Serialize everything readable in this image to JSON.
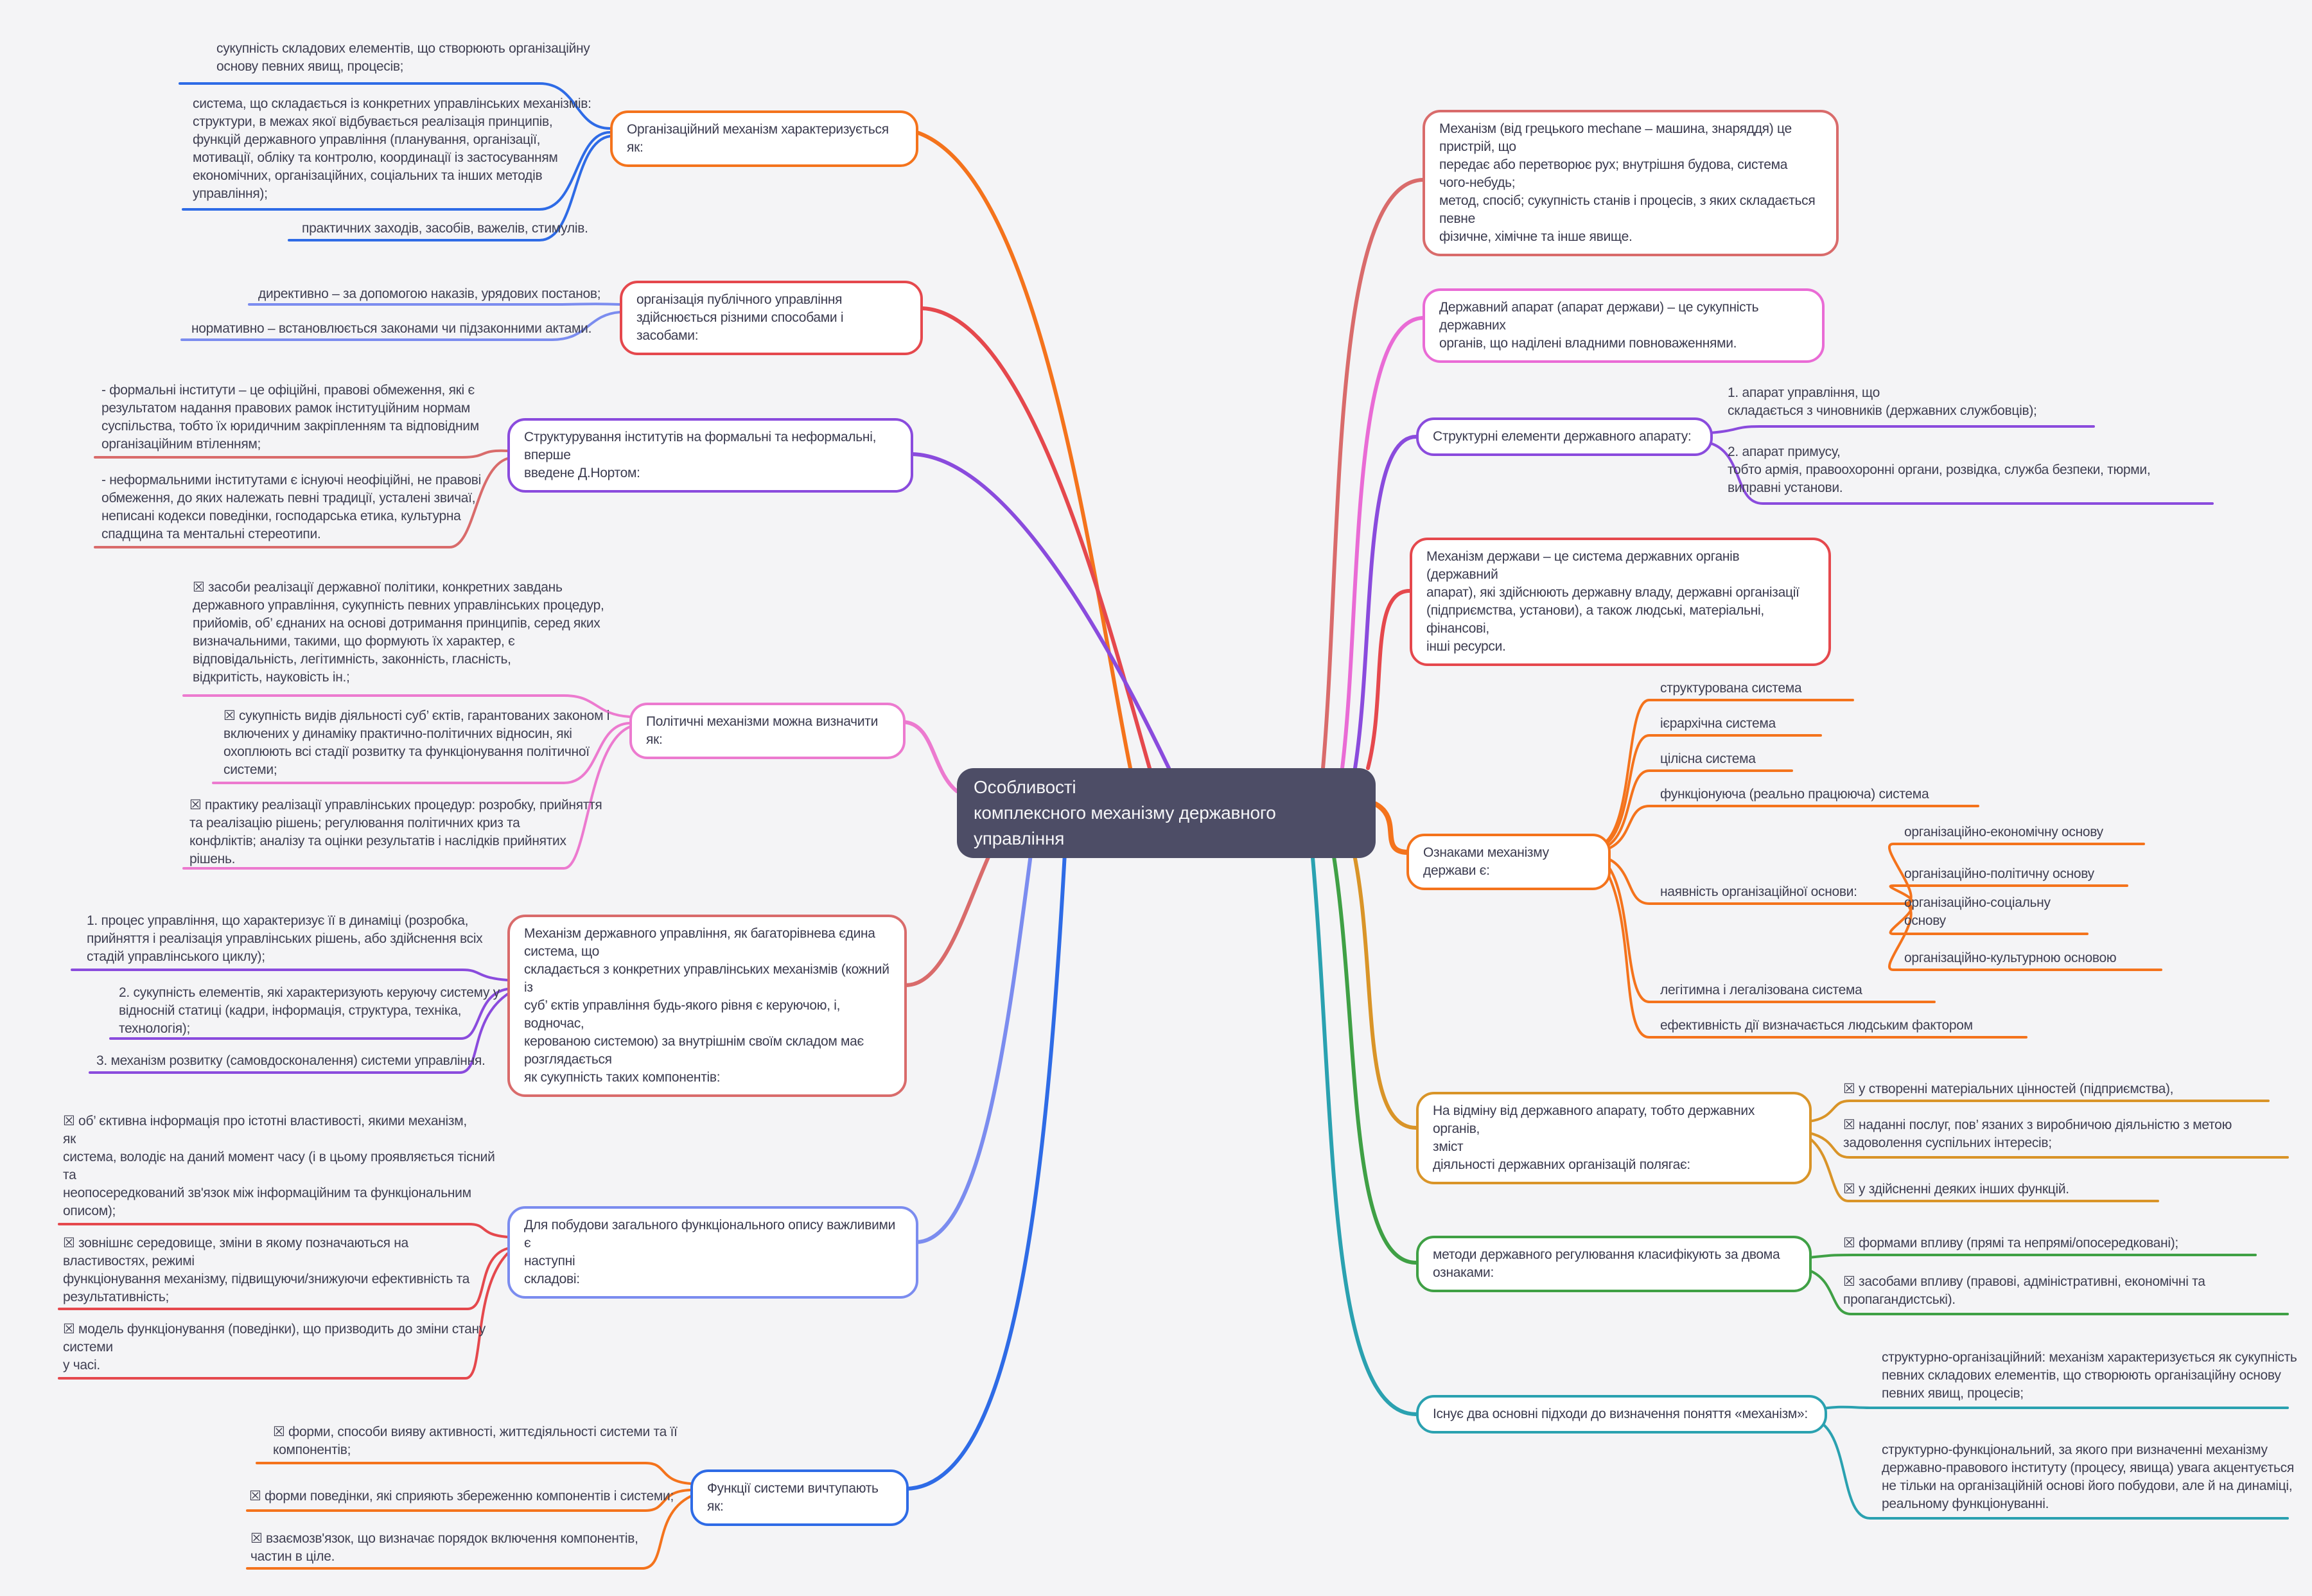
{
  "root": {
    "title": "Особливості\nкомплексного механізму державного управління"
  },
  "colors": {
    "background": "#f4f4f6",
    "root_fill": "#4d4d66",
    "orange": "#f4731c",
    "red": "#e5484d",
    "purple": "#8a4bdd",
    "periwinkle": "#7b8cef",
    "blue": "#2e6be6",
    "salmon": "#d96b6b",
    "pink": "#ec7acf",
    "orchid": "#e96bd5",
    "amber": "#d99428",
    "green": "#3fa045",
    "teal": "#2aa1b0"
  },
  "branches": {
    "b1": {
      "label": "Організаційний механізм характеризується як:",
      "children": [
        "сукупність складових елементів, що створюють організаційну\nоснову певних явищ, процесів;",
        "система, що складається із конкретних управлінських механізмів:\nструктури, в межах якої відбувається реалізація принципів,\nфункцій державного управління (планування, організації,\nмотивації, обліку та контролю, координації із застосуванням\nекономічних, організаційних, соціальних та інших методів\nуправління);",
        "практичних заходів, засобів, важелів, стимулів."
      ]
    },
    "b2": {
      "label": "організація публічного управління\nздійснюється різними способами і засобами:",
      "children": [
        "директивно – за допомогою наказів, урядових постанов;",
        "нормативно – встановлюється законами чи підзаконними актами."
      ]
    },
    "b3": {
      "label": "Структурування інститутів на формальні та неформальні,\nвперше\nвведене Д.Нортом:",
      "children": [
        "- формальні інститути – це офіційні, правові обмеження, які є\nрезультатом надання правових рамок інституційним нормам\nсуспільства, тобто їх юридичним закріпленням та відповідним\nорганізаційним втіленням;",
        "- неформальними інститутами є існуючі неофіційні, не правові\nобмеження, до яких належать певні традиції, усталені звичаї,\nнеписані кодекси поведінки, господарська етика, культурна\nспадщина та ментальні стереотипи."
      ]
    },
    "b4": {
      "label": "Політичні механізми можна визначити як:",
      "children": [
        "☒ засоби реалізації державної політики, конкретних завдань\nдержавного управління, сукупність певних управлінських процедур,\nприйомів, об’ єднаних на основі дотримання принципів, серед яких\nвизначальними, такими, що формують їх характер, є\nвідповідальність, легітимність, законність, гласність,\nвідкритість, науковість ін.;",
        "☒ сукупність видів діяльності суб’ єктів, гарантованих законом і\nвключених у динаміку практично-політичних відносин, які\nохоплюють всі стадії розвитку та функціонування політичної\nсистеми;",
        "☒ практику реалізації управлінських процедур: розробку, прийняття\nта реалізацію рішень; регулювання політичних криз та\nконфліктів; аналізу та оцінки результатів і наслідків прийнятих\nрішень."
      ]
    },
    "b5": {
      "label": "Механізм державного управління, як багаторівнева єдина\nсистема, що\nскладається з конкретних управлінських механізмів (кожний із\nсуб’ єктів управління будь-якого рівня є керуючою, і, водночас,\nкерованою системою) за внутрішнім своїм складом має\nрозглядається\nяк сукупність таких компонентів:",
      "children": [
        "1. процес управління, що характеризує її в динаміці (розробка,\nприйняття і реалізація управлінських рішень, або здійснення всіх\nстадій управлінського циклу);",
        "2. сукупність елементів, які характеризують керуючу систему у\nвідносній статиці (кадри, інформація, структура, техніка,\nтехнологія);",
        "3. механізм розвитку (самовдосконалення) системи управління."
      ]
    },
    "b6": {
      "label": "Для побудови загального функціонального опису важливими є\nнаступні\nскладові:",
      "children": [
        "☒ об’ єктивна інформація про істотні властивості, якими механізм,\nяк\nсистема, володіє на даний момент часу (і в цьому проявляється тісний\nта\nнеопосередкований зв'язок між інформаційним та функціональним\nописом);",
        "☒ зовнішнє середовище, зміни в якому позначаються на\nвластивостях, режимі\nфункціонування механізму, підвищуючи/знижуючи ефективність та\nрезультативність;",
        "☒ модель функціонування (поведінки), що призводить до зміни стану\nсистеми\nу часі."
      ]
    },
    "b7": {
      "label": "Функції системи вичтупають як:",
      "children": [
        "☒ форми, способи вияву активності, життєдіяльності системи та її\nкомпонентів;",
        "☒ форми поведінки, які сприяють збереженню компонентів і системи;",
        "☒ взаємозв'язок, що визначає порядок включення компонентів,\nчастин в ціле."
      ]
    },
    "r1": {
      "label": "Механізм (від грецького mechane – машина, знаряддя) це\nпристрій, що\nпередає або перетворює рух; внутрішня будова, система\nчого-небудь;\nметод, спосіб; сукупність станів і процесів, з яких складається\nпевне\nфізичне, хімічне та інше явище."
    },
    "r2": {
      "label": "Державний апарат (апарат держави) – це сукупність державних\nорганів, що наділені владними повноваженнями."
    },
    "r3": {
      "label": "Структурні елементи державного апарату:",
      "children": [
        "1. апарат управління, що\nскладається з чиновників (державних службовців);",
        "2. апарат примусу,\nтобто армія, правоохоронні органи, розвідка, служба безпеки, тюрми,\nвиправні установи."
      ]
    },
    "r4": {
      "label": "Механізм держави – це система державних органів (державний\nапарат), які здійснюють державну владу, державні організації\n(підприємства, установи), а також людські, матеріальні,\nфінансові,\nінші ресурси."
    },
    "r5": {
      "label": "Ознаками механізму держави є:",
      "children": [
        "структурована система",
        "ієрархічна система",
        "цілісна система",
        "функціонуюча (реально працююча) система",
        "наявність організаційної основи:",
        "легітимна і легалізована система",
        "ефективність дії визначається людським фактором"
      ],
      "sub": [
        "організаційно-економічну основу",
        "організаційно-політичну основу",
        "організаційно-соціальну\nоснову",
        "організаційно-культурною основою"
      ]
    },
    "r6": {
      "label": "На відміну від державного апарату, тобто державних органів,\nзміст\nдіяльності державних організацій полягає:",
      "children": [
        "☒ у створенні матеріальних цінностей (підприємства),",
        "☒ наданні послуг, пов’ язаних з виробничою діяльністю з метою\nзадоволення суспільних інтересів;",
        "☒ у здійсненні деяких інших функцій."
      ]
    },
    "r7": {
      "label": "методи державного регулювання класифікують за двома\nознаками:",
      "children": [
        "☒ формами впливу (прямі та непрямі/опосередковані);",
        "☒ засобами впливу (правові, адміністративні, економічні та\nпропагандистські)."
      ]
    },
    "r8": {
      "label": "Існує два основні підходи до визначення поняття «механізм»:",
      "children": [
        "структурно-організаційний: механізм характеризується як сукупність\nпевних складових елементів, що створюють організаційну основу\nпевних явищ, процесів;",
        "структурно-функціональний, за якого при визначенні механізму\nдержавно-правового інституту (процесу, явища) увага акцентується\nне тільки на організаційній основі його побудови, але й на динаміці,\nреальному функціонуванні."
      ]
    }
  }
}
